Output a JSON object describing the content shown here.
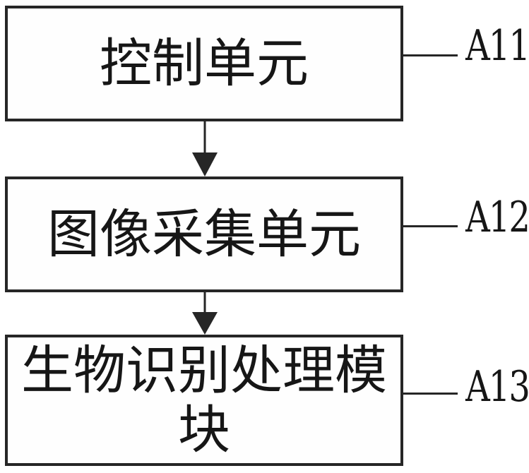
{
  "figure": {
    "type": "flowchart",
    "colors": {
      "background": "#ffffff",
      "stroke": "#262626",
      "text": "#161616"
    },
    "nodes": [
      {
        "label": "控制单元",
        "ref": "A11"
      },
      {
        "label": "图像采集单元",
        "ref": "A12"
      },
      {
        "label": "生物识别处理模块",
        "ref": "A13"
      }
    ],
    "edges": [
      {
        "from": "控制单元",
        "to": "图像采集单元",
        "type": "arrow-down"
      },
      {
        "from": "图像采集单元",
        "to": "生物识别处理模块",
        "type": "arrow-down"
      }
    ]
  }
}
